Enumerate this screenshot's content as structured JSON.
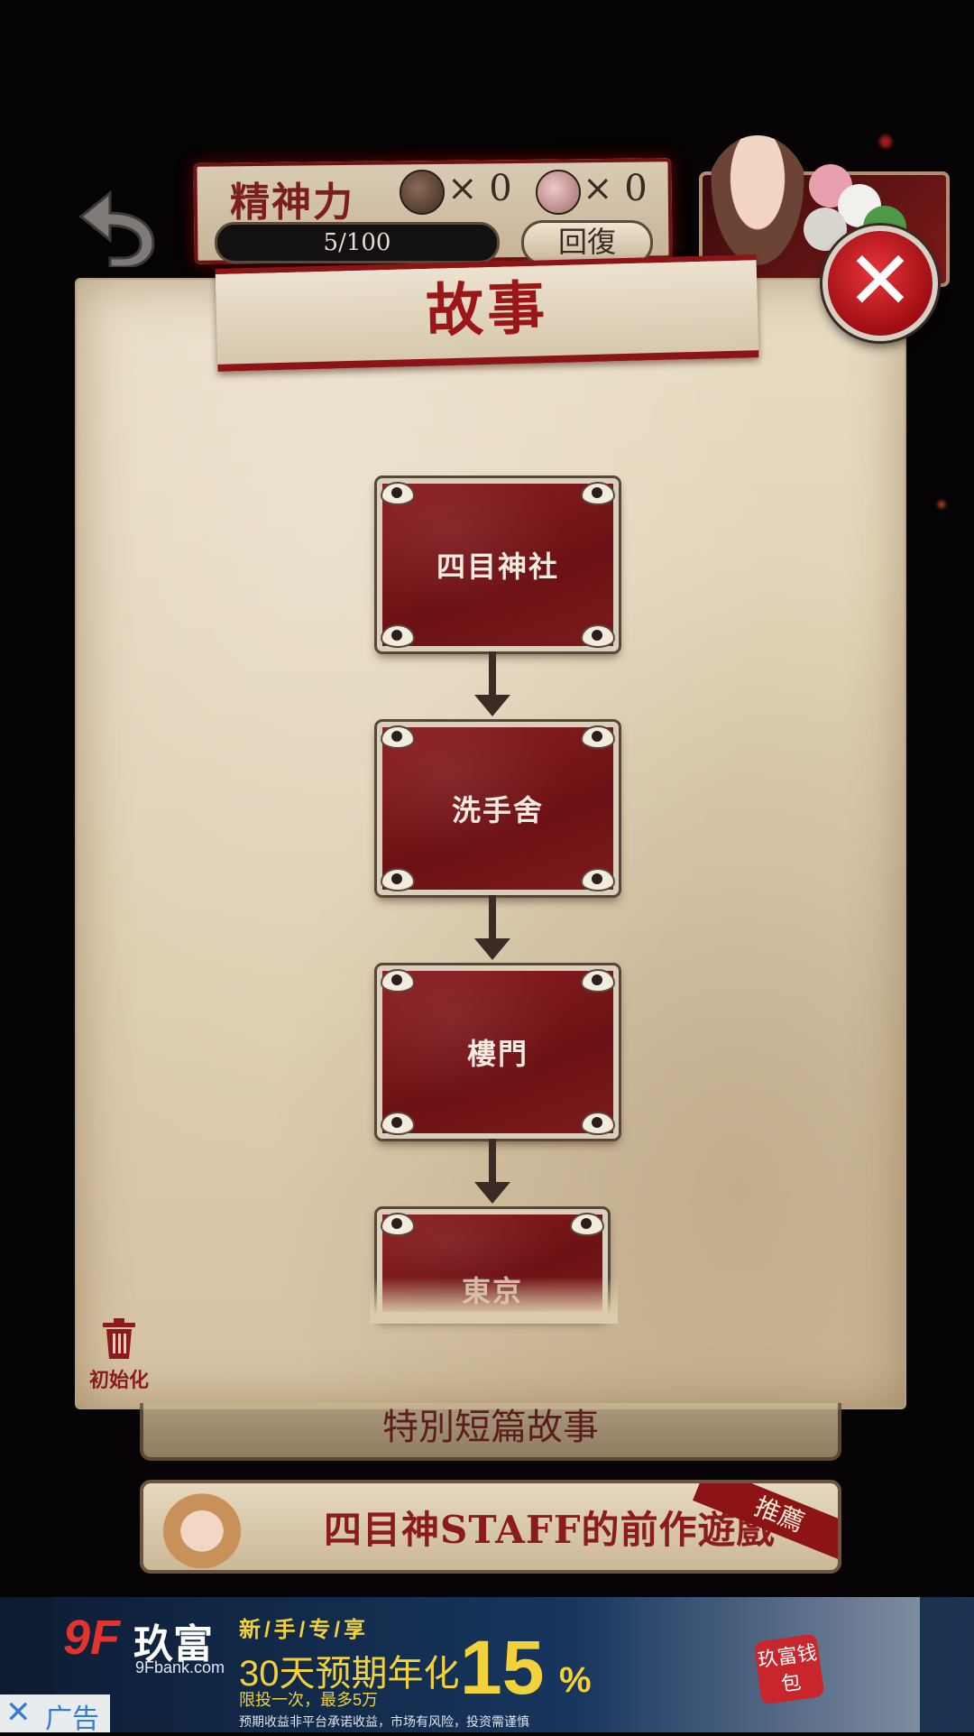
{
  "hud": {
    "spirit_label": "精神力",
    "item1_count": "× 0",
    "item2_count": "× 0",
    "stamina": "5/100",
    "recover_label": "回復"
  },
  "page": {
    "title": "故事"
  },
  "story_nodes": [
    {
      "label": "四目神社"
    },
    {
      "label": "洗手舍"
    },
    {
      "label": "樓門"
    },
    {
      "label": "東京"
    }
  ],
  "reset": {
    "label": "初始化"
  },
  "buttons": {
    "special_label": "特別短篇故事",
    "staff_label": "四目神STAFF的前作遊戲",
    "recommend_label": "推薦"
  },
  "ad": {
    "logo_mark": "9F",
    "logo_cn": "玖富",
    "logo_domain": "9Fbank.com",
    "tagline": "新/手/专/享",
    "headline": "30天预期年化",
    "rate": "15",
    "rate_unit": "%",
    "sub": "限投一次，最多5万",
    "disclaimer": "预期收益非平台承诺收益，市场有风险，投资需谨慎",
    "wallet": "玖富钱包",
    "close": "✕",
    "label": "广告"
  },
  "colors": {
    "accent_red": "#8b1f22",
    "parchment": "#e8dcc3",
    "ad_yellow": "#f2d23a"
  }
}
